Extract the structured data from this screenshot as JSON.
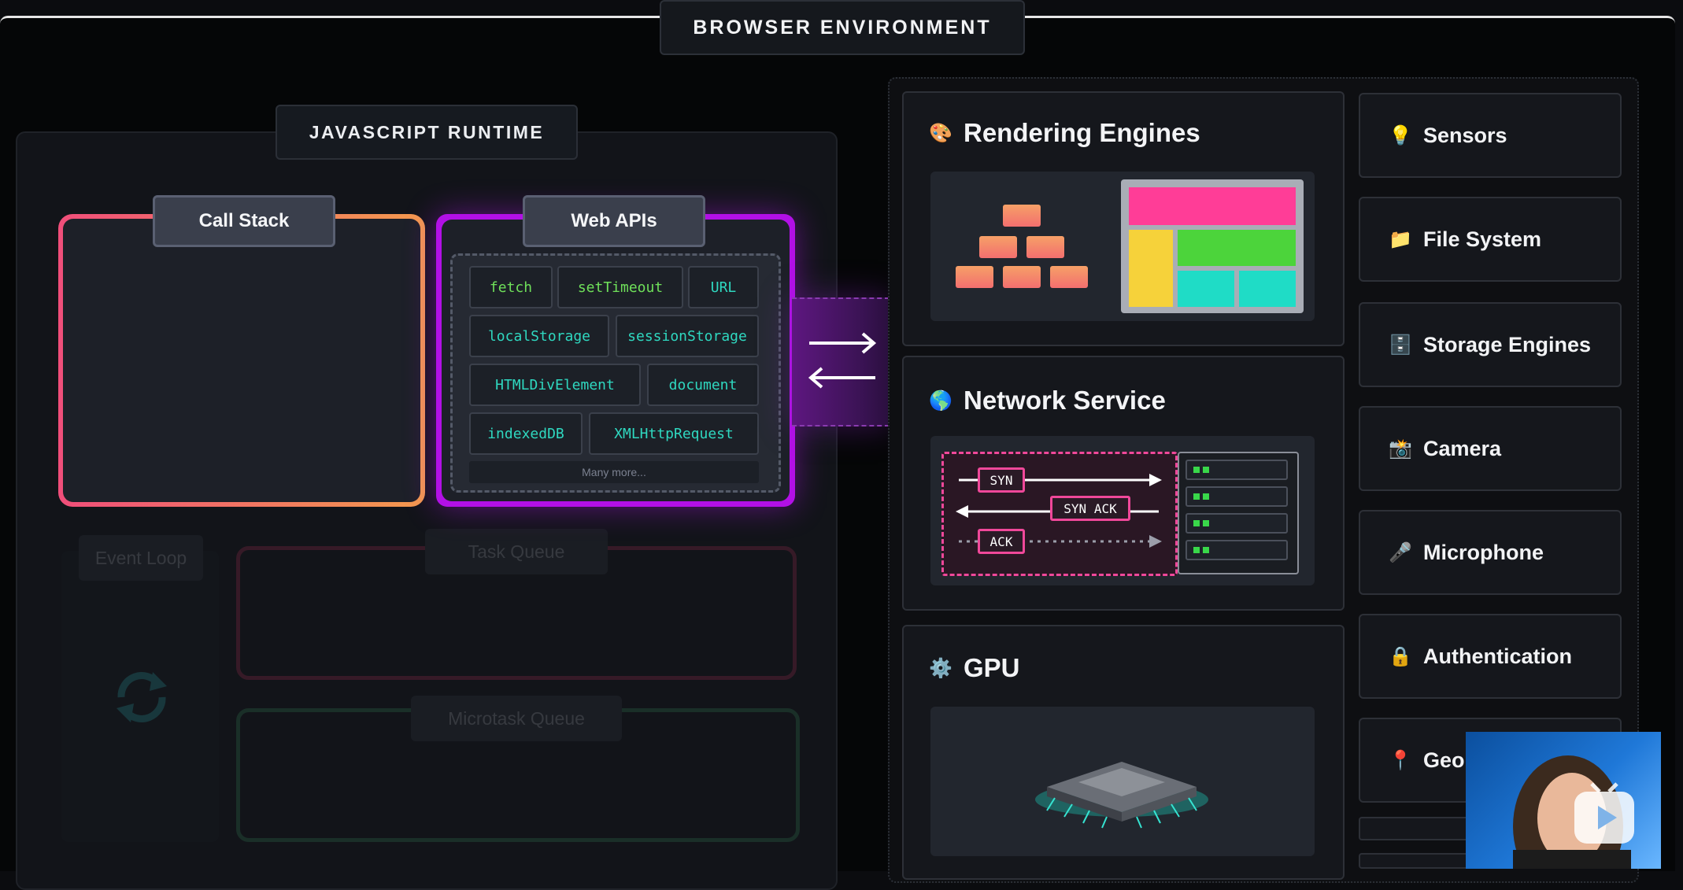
{
  "browser_environment": {
    "title": "BROWSER ENVIRONMENT"
  },
  "runtime": {
    "title": "JAVASCRIPT RUNTIME",
    "call_stack": "Call Stack",
    "web_apis": {
      "title": "Web APIs",
      "items": [
        "fetch",
        "setTimeout",
        "URL",
        "localStorage",
        "sessionStorage",
        "HTMLDivElement",
        "document",
        "indexedDB",
        "XMLHttpRequest"
      ],
      "more": "Many more..."
    },
    "event_loop": "Event Loop",
    "task_queue": "Task Queue",
    "microtask_queue": "Microtask Queue"
  },
  "services": [
    {
      "title": "Rendering Engines",
      "icon": "palette-icon"
    },
    {
      "title": "Network Service",
      "icon": "globe-icon",
      "handshake": [
        "SYN",
        "SYN ACK",
        "ACK"
      ]
    },
    {
      "title": "GPU",
      "icon": "gear-icon"
    }
  ],
  "sidebar": [
    {
      "label": "Sensors",
      "icon": "lightbulb-icon"
    },
    {
      "label": "File System",
      "icon": "folder-icon"
    },
    {
      "label": "Storage Engines",
      "icon": "file-cabinet-icon"
    },
    {
      "label": "Camera",
      "icon": "camera-icon"
    },
    {
      "label": "Microphone",
      "icon": "microphone-icon"
    },
    {
      "label": "Authentication",
      "icon": "lock-icon"
    },
    {
      "label": "Geol",
      "icon": "pin-icon"
    }
  ],
  "colors": {
    "call_stack_gradient": [
      "#f04e7a",
      "#f39a4d"
    ],
    "web_apis_border": "#b210e6",
    "api_text_green": "#6fe05a",
    "api_text_teal": "#2fd8c0",
    "network_accent": "#f0489a"
  }
}
